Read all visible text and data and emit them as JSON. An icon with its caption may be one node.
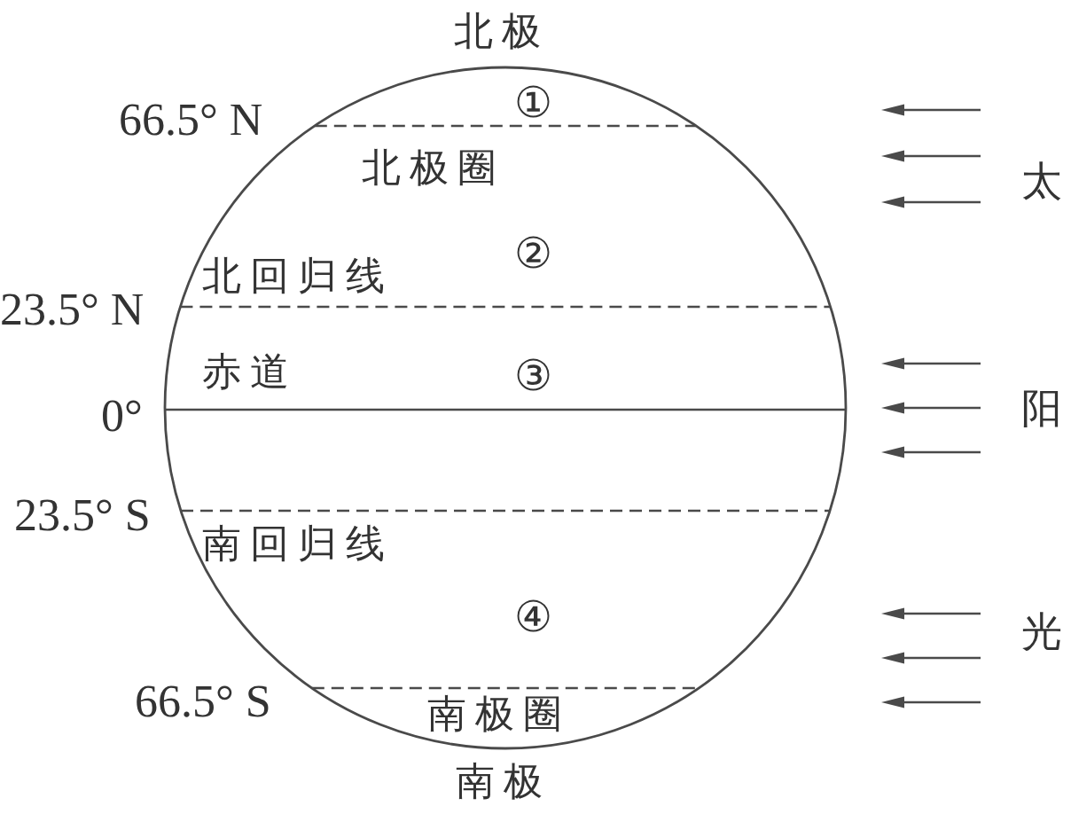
{
  "diagram": {
    "labels": [
      "北极",
      "①",
      "66.5° N",
      "北极圈",
      "太",
      "②",
      "北回归线",
      "23.5° N",
      "赤道",
      "③",
      "0°",
      "阳",
      "23.5° S",
      "南回归线",
      "④",
      "光",
      "66.5° S",
      "南极圈",
      "南极"
    ]
  }
}
